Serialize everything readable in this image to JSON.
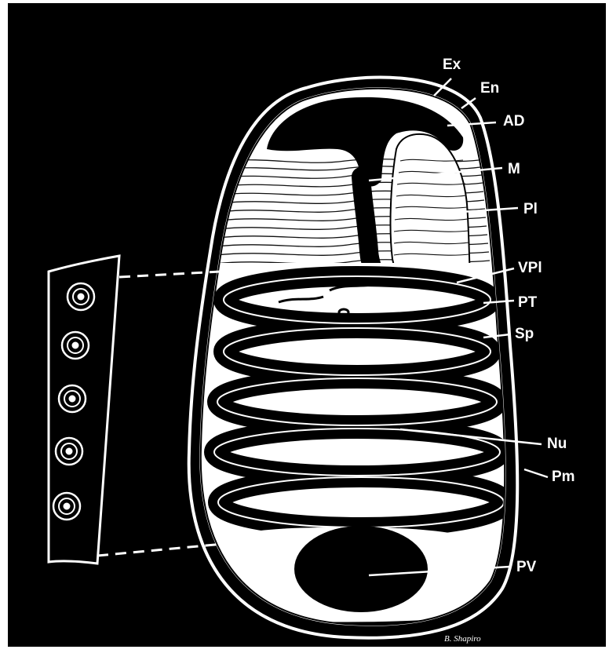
{
  "figure": {
    "background": "#000000",
    "ink": "#ffffff",
    "signature": "B. Shapiro"
  },
  "labels": {
    "ex": "Ex",
    "en": "En",
    "ad": "AD",
    "m": "M",
    "pl": "Pl",
    "vpl": "VPl",
    "pt": "PT",
    "sp": "Sp",
    "nu": "Nu",
    "pm": "Pm",
    "pv": "PV"
  }
}
